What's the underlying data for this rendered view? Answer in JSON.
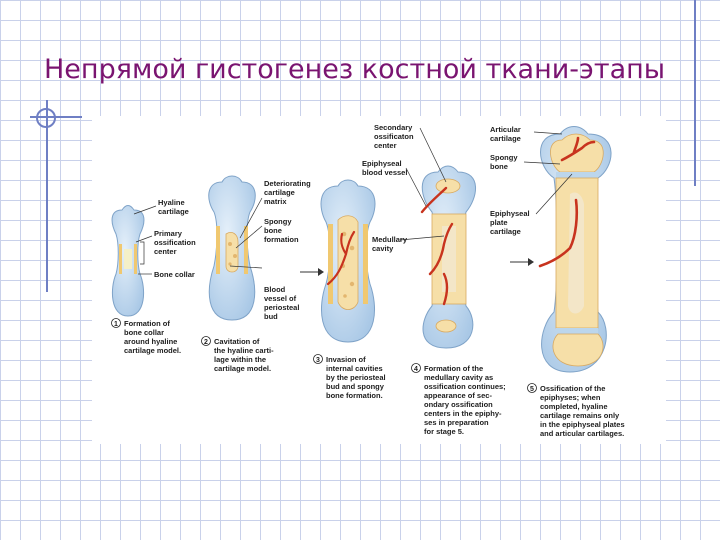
{
  "slide": {
    "title": "Непрямой гистогенез костной ткани-этапы"
  },
  "diagram": {
    "stage1": {
      "labels": [
        "Hyaline cartilage",
        "Primary ossification center",
        "Bone collar"
      ],
      "caption": "Formation of bone collar around hyaline cartilage model."
    },
    "stage2": {
      "labels": [
        "Deteriorating cartilage matrix",
        "Spongy bone formation",
        "Blood vessel of periosteal bud"
      ],
      "caption": "Cavitation of the hyaline cartilage within the cartilage model."
    },
    "stage3": {
      "caption": "Invasion of internal cavities by the periosteal bud and spongy bone formation."
    },
    "stage4": {
      "labels": [
        "Secondary ossificaton center",
        "Epiphyseal blood vessel",
        "Medullary cavity"
      ],
      "caption": "Formation of the medullary cavity as ossification continues; appearance of secondary ossification centers in the epiphyses in preparation for stage 5."
    },
    "stage5": {
      "labels": [
        "Articular cartilage",
        "Spongy bone",
        "Epiphyseal plate cartilage"
      ],
      "caption": "Ossification of the epiphyses; when completed, hyaline cartilage remains only in the epiphyseal plates and articular cartilages."
    },
    "stage_numbers": [
      "1",
      "2",
      "3",
      "4",
      "5"
    ]
  },
  "colors": {
    "title": "#7a1470",
    "cartilage": "#bcd6ec",
    "bone": "#f4d58e",
    "vessel": "#c8331e",
    "decor": "#6f7fc4"
  }
}
